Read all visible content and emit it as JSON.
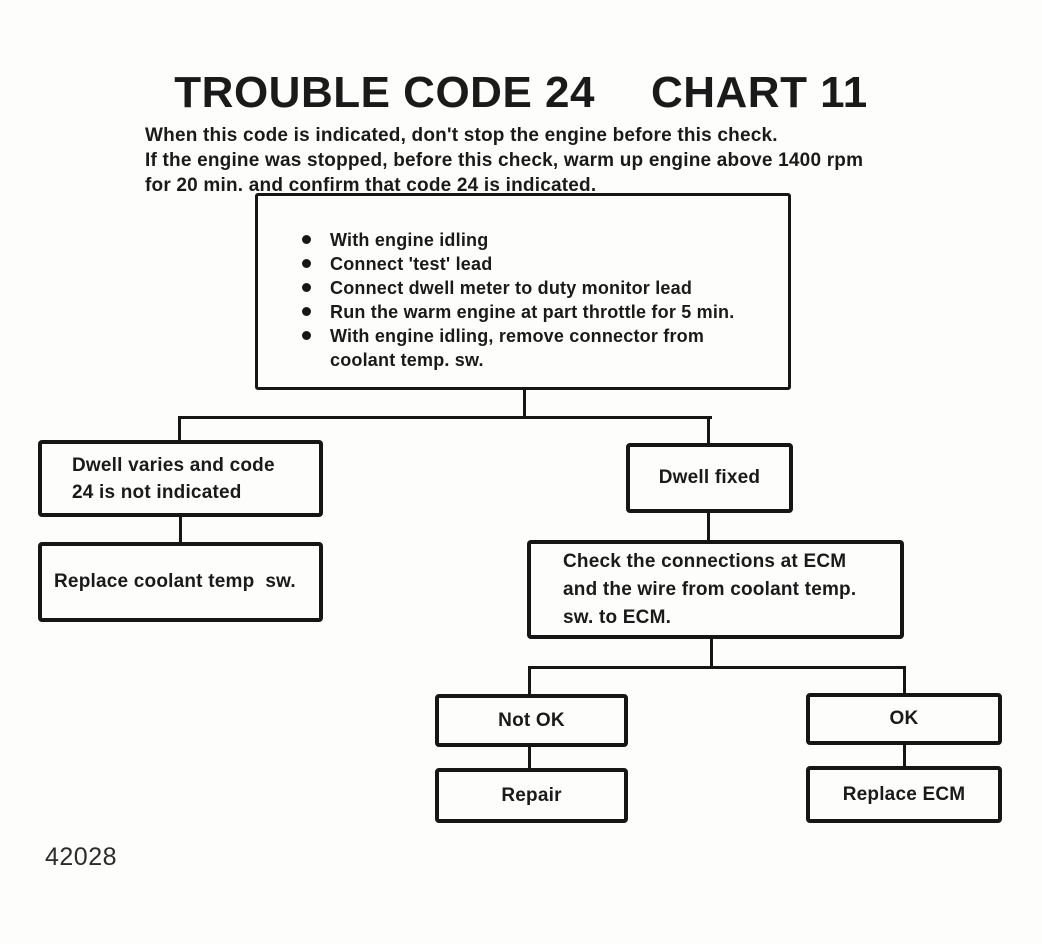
{
  "document": {
    "title": {
      "part1": "TROUBLE CODE 24",
      "part2": "CHART 11"
    },
    "intro_lines": [
      "When this code is indicated, don't stop the engine before this check.",
      "If the engine was stopped, before this check, warm up engine above 1400 rpm",
      "for 20 min. and confirm that code 24 is indicated."
    ],
    "figure_number": "42028"
  },
  "flowchart": {
    "start": {
      "bullets": [
        "With engine idling",
        "Connect 'test' lead",
        "Connect dwell meter to duty monitor lead",
        "Run the warm engine at part throttle for 5 min.",
        "With engine idling, remove connector from\ncoolant temp. sw."
      ]
    },
    "nodes": {
      "dwell_varies": "Dwell varies and code\n24 is not indicated",
      "replace_coolant_temp_sw": "Replace coolant temp  sw.",
      "dwell_fixed": "Dwell fixed",
      "check_connections": "Check the connections at ECM\nand the wire from coolant temp.\nsw. to ECM.",
      "not_ok": "Not OK",
      "repair": "Repair",
      "ok": "OK",
      "replace_ecm": "Replace ECM"
    }
  }
}
